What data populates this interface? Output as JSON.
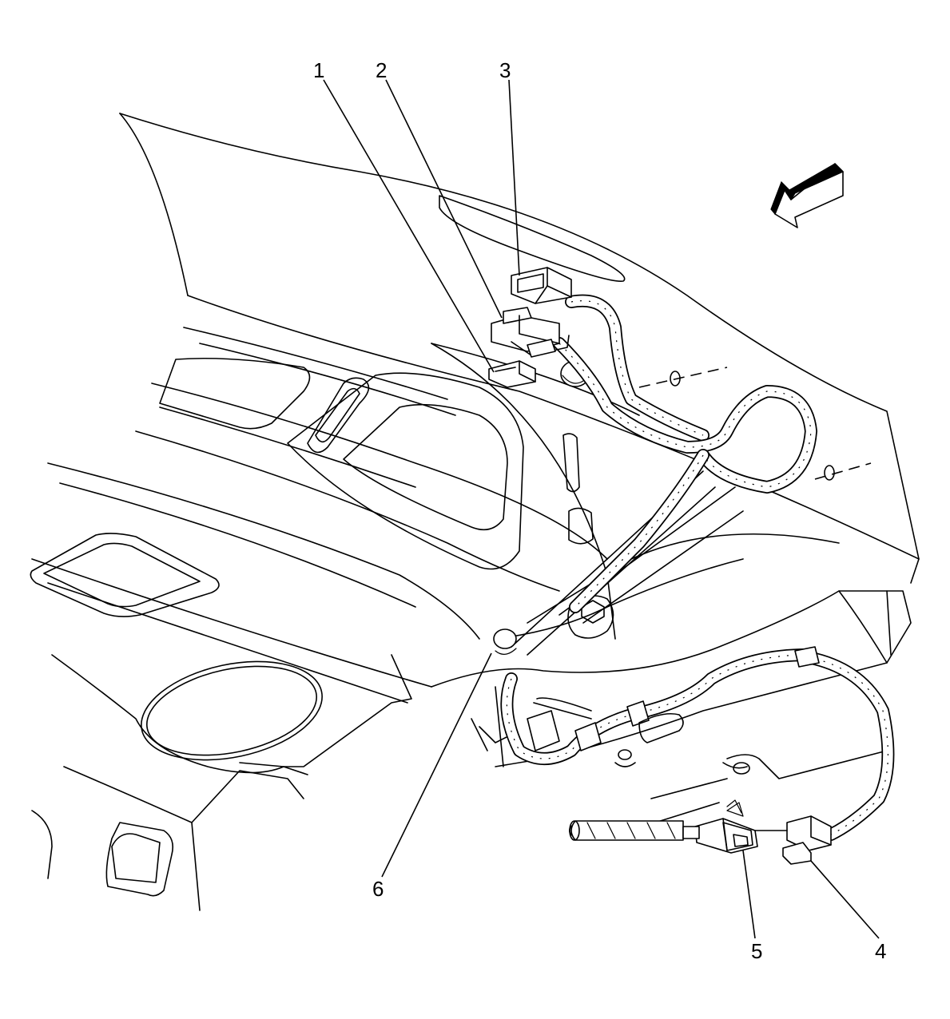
{
  "callouts": [
    {
      "id": "1",
      "label": "1"
    },
    {
      "id": "2",
      "label": "2"
    },
    {
      "id": "3",
      "label": "3"
    },
    {
      "id": "4",
      "label": "4"
    },
    {
      "id": "5",
      "label": "5"
    },
    {
      "id": "6",
      "label": "6"
    }
  ],
  "icons": {
    "direction_arrow": "forward-direction-arrow-icon"
  },
  "colors": {
    "ink": "#000000",
    "background": "#ffffff"
  }
}
